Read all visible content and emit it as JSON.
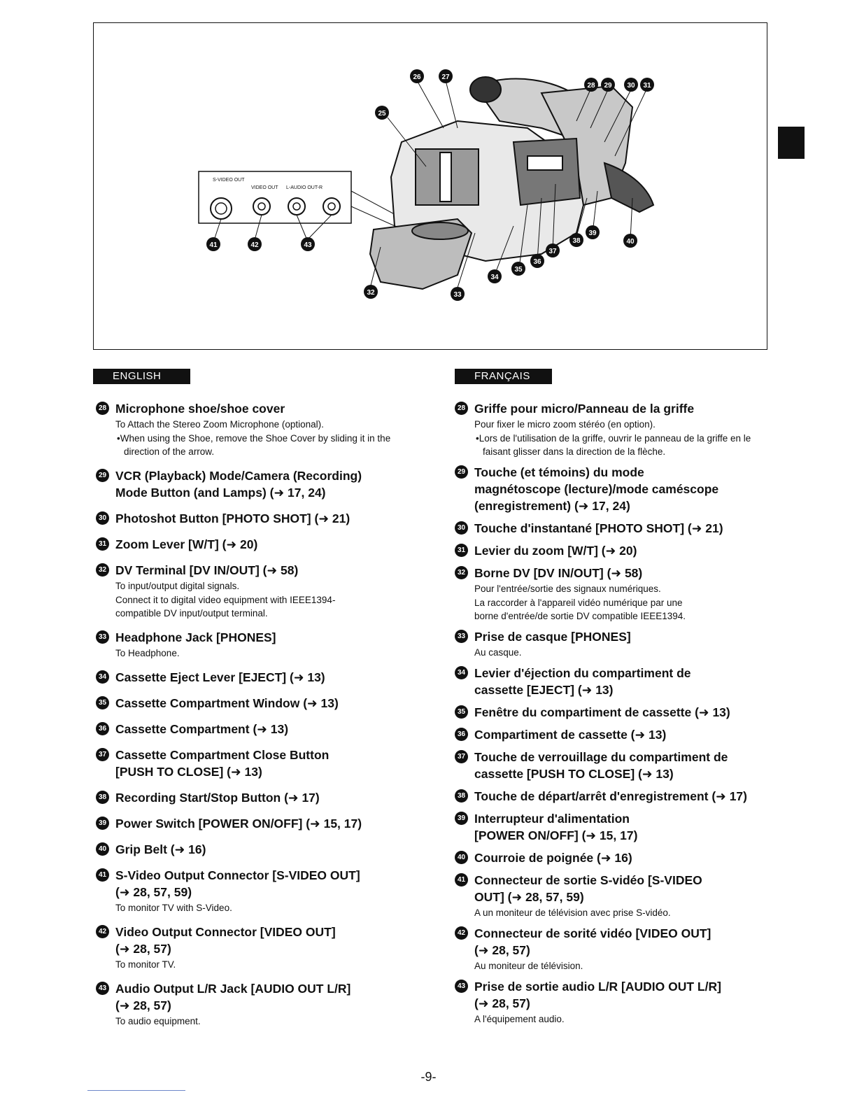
{
  "figure": {
    "connector_labels": [
      "S-VIDEO OUT",
      "VIDEO OUT",
      "L-AUDIO OUT-R"
    ],
    "callouts": [
      "25",
      "26",
      "27",
      "28",
      "29",
      "30",
      "31",
      "32",
      "33",
      "34",
      "35",
      "36",
      "37",
      "38",
      "39",
      "40",
      "41",
      "42",
      "43"
    ]
  },
  "english": {
    "badge": "ENGLISH",
    "entries": [
      {
        "num": "28",
        "title": "Microphone shoe/shoe cover",
        "desc": [
          "To Attach the Stereo Zoom Microphone (optional)."
        ],
        "bullet": [
          "•When using the Shoe, remove the Shoe Cover by sliding it in the direction of the arrow."
        ]
      },
      {
        "num": "29",
        "title": "VCR (Playback) Mode/Camera (Recording)\nMode Button (and Lamps) (➜ 17, 24)"
      },
      {
        "num": "30",
        "title": "Photoshot Button [PHOTO SHOT] (➜ 21)"
      },
      {
        "num": "31",
        "title": "Zoom Lever [W/T] (➜ 20)"
      },
      {
        "num": "32",
        "title": "DV Terminal [DV IN/OUT] (➜ 58)",
        "desc": [
          "To input/output digital signals.",
          "Connect it to digital video equipment with IEEE1394-\ncompatible DV input/output terminal."
        ]
      },
      {
        "num": "33",
        "title": "Headphone Jack [PHONES]",
        "desc": [
          "To Headphone."
        ]
      },
      {
        "num": "34",
        "title": "Cassette Eject Lever [EJECT] (➜ 13)"
      },
      {
        "num": "35",
        "title": "Cassette Compartment Window (➜ 13)"
      },
      {
        "num": "36",
        "title": "Cassette Compartment (➜ 13)"
      },
      {
        "num": "37",
        "title": "Cassette Compartment Close Button\n[PUSH TO CLOSE] (➜ 13)"
      },
      {
        "num": "38",
        "title": "Recording Start/Stop Button (➜ 17)"
      },
      {
        "num": "39",
        "title": "Power Switch [POWER ON/OFF] (➜ 15, 17)"
      },
      {
        "num": "40",
        "title": "Grip Belt (➜ 16)"
      },
      {
        "num": "41",
        "title": "S-Video Output Connector [S-VIDEO OUT]\n(➜ 28, 57, 59)",
        "desc": [
          "To monitor TV with S-Video."
        ]
      },
      {
        "num": "42",
        "title": "Video Output Connector [VIDEO OUT]\n(➜ 28, 57)",
        "desc": [
          "To monitor TV."
        ]
      },
      {
        "num": "43",
        "title": "Audio Output L/R Jack [AUDIO OUT L/R]\n(➜ 28, 57)",
        "desc": [
          "To audio equipment."
        ]
      }
    ]
  },
  "francais": {
    "badge": "FRANÇAIS",
    "entries": [
      {
        "num": "28",
        "title": "Griffe pour micro/Panneau de la griffe",
        "desc": [
          "Pour fixer le micro zoom stéréo (en option)."
        ],
        "bullet": [
          "•Lors de l'utilisation de la griffe, ouvrir le panneau de la griffe en le faisant glisser dans la direction de la flèche."
        ]
      },
      {
        "num": "29",
        "title": "Touche (et témoins) du mode\nmagnétoscope (lecture)/mode caméscope\n(enregistrement) (➜ 17, 24)"
      },
      {
        "num": "30",
        "title": "Touche d'instantané [PHOTO SHOT] (➜ 21)"
      },
      {
        "num": "31",
        "title": "Levier du zoom [W/T] (➜ 20)"
      },
      {
        "num": "32",
        "title": "Borne DV [DV IN/OUT] (➜ 58)",
        "desc": [
          "Pour l'entrée/sortie des signaux numériques.",
          "La raccorder à l'appareil vidéo numérique par une\nborne d'entrée/de sortie DV compatible IEEE1394."
        ]
      },
      {
        "num": "33",
        "title": "Prise de casque [PHONES]",
        "desc": [
          "Au casque."
        ]
      },
      {
        "num": "34",
        "title": "Levier d'éjection du compartiment de\ncassette [EJECT] (➜ 13)"
      },
      {
        "num": "35",
        "title": "Fenêtre du compartiment de cassette (➜ 13)"
      },
      {
        "num": "36",
        "title": "Compartiment de cassette (➜ 13)"
      },
      {
        "num": "37",
        "title": "Touche de verrouillage du compartiment de\ncassette [PUSH TO CLOSE] (➜ 13)"
      },
      {
        "num": "38",
        "title": "Touche de départ/arrêt d'enregistrement (➜ 17)"
      },
      {
        "num": "39",
        "title": "Interrupteur d'alimentation\n[POWER ON/OFF] (➜ 15, 17)"
      },
      {
        "num": "40",
        "title": "Courroie de poignée (➜ 16)"
      },
      {
        "num": "41",
        "title": "Connecteur de sortie S-vidéo [S-VIDEO\nOUT] (➜ 28, 57, 59)",
        "desc": [
          "A un moniteur de télévision avec prise S-vidéo."
        ]
      },
      {
        "num": "42",
        "title": "Connecteur de sorité vidéo [VIDEO OUT]\n(➜ 28, 57)",
        "desc": [
          "Au moniteur de télévision."
        ]
      },
      {
        "num": "43",
        "title": "Prise de sortie audio L/R [AUDIO OUT L/R]\n(➜ 28, 57)",
        "desc": [
          "A l'équipement audio."
        ]
      }
    ]
  },
  "footer": {
    "page_number": "-9-"
  }
}
